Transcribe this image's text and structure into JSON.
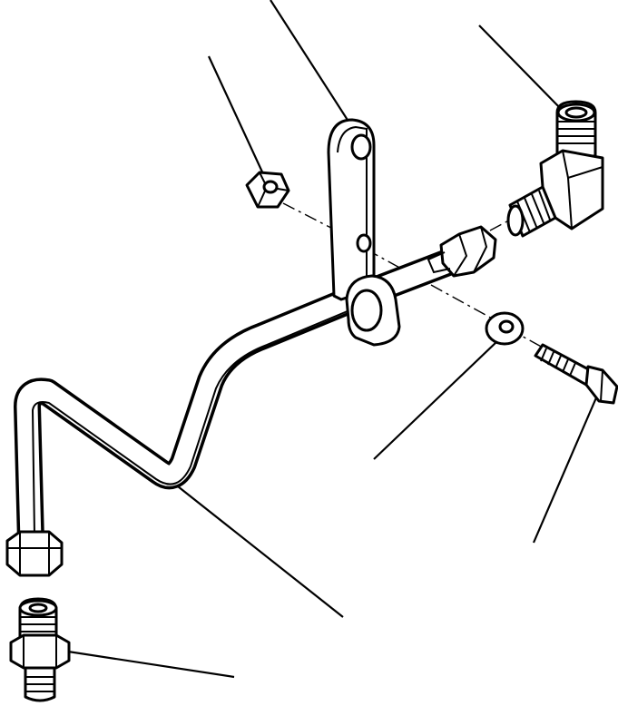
{
  "diagram": {
    "type": "exploded-parts-drawing",
    "colors": {
      "ink": "#000000",
      "paper": "#ffffff"
    },
    "parts": [
      "mounting-bracket",
      "hex-nut",
      "elbow-fitting",
      "tube-assembly",
      "tube-clamp",
      "washer",
      "hex-bolt",
      "straight-connector"
    ],
    "labels": []
  }
}
